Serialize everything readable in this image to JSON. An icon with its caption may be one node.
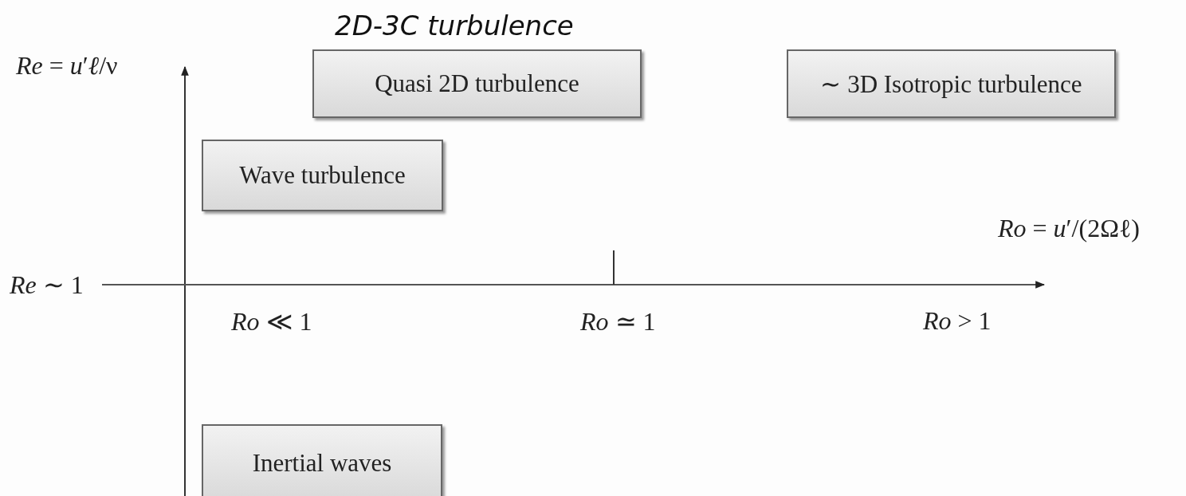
{
  "diagram": {
    "nodes": [
      {
        "text": [
          "2D-3C turbulence",
          "Quasi 2D turbulence"
        ]
      },
      {
        "text": [
          "∼ 3D Isotropic turbulence"
        ]
      },
      {
        "text": [
          "Wave turbulence"
        ]
      },
      {
        "text": [
          "Inertial waves"
        ]
      }
    ],
    "edges": [],
    "labels": [
      "*Re* = *u*′*ℓ*/ν",
      "*Re* ∼ 1",
      "*Ro* = *u*′/(2Ωℓ)",
      "*Ro* ≪ 1",
      "*Ro* ≃ 1",
      "*Ro* > 1"
    ]
  }
}
